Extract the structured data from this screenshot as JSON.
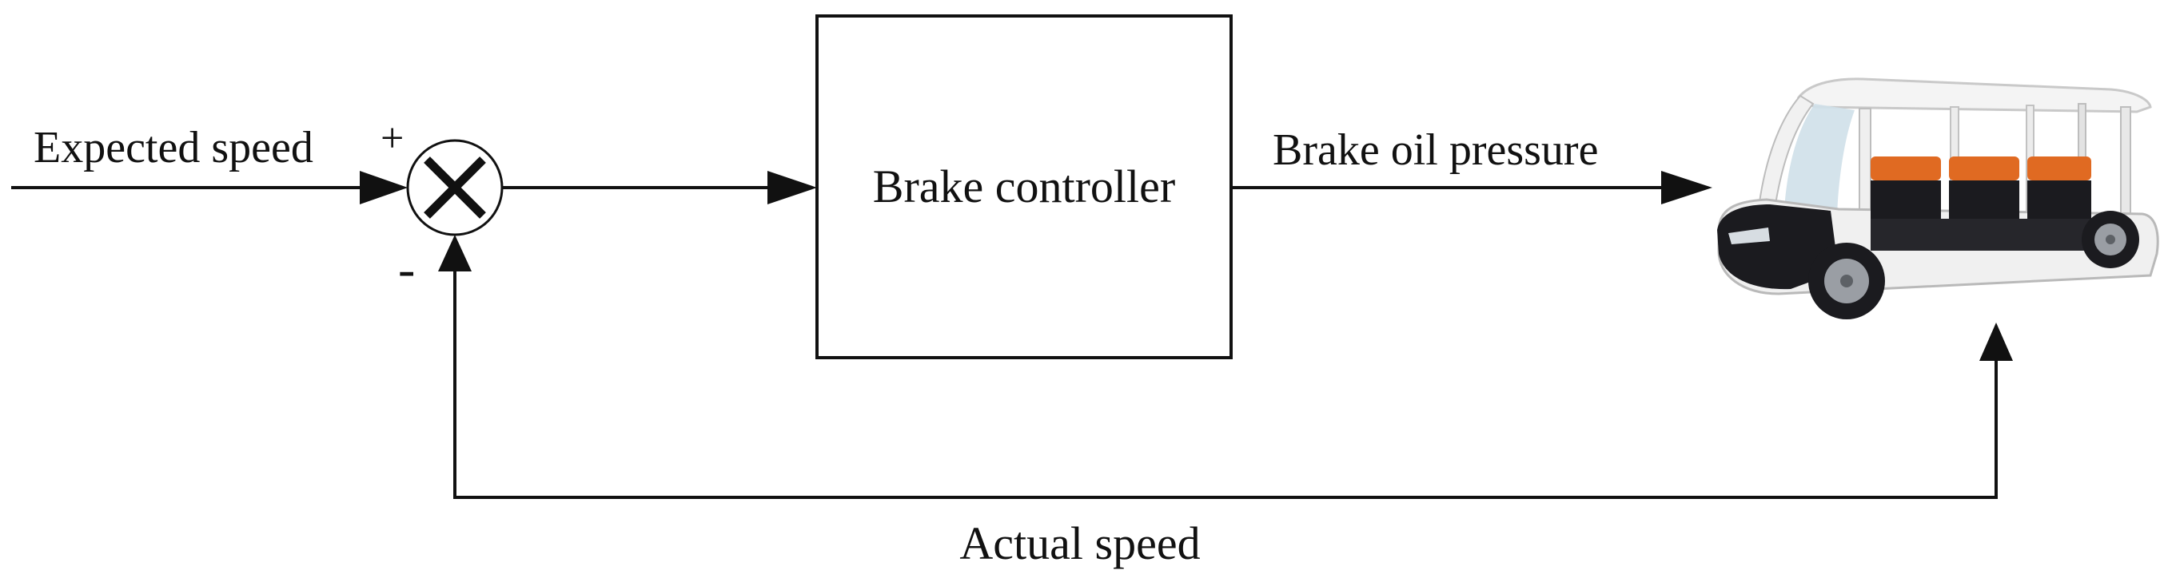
{
  "labels": {
    "input": "Expected speed",
    "plus_sign": "+",
    "minus_sign": "-",
    "controller": "Brake controller",
    "controller_output": "Brake oil pressure",
    "feedback": "Actual speed"
  },
  "icons": {
    "summing_junction": "x-cross-circle-icon",
    "plant": "electric-sightseeing-cart-image"
  },
  "colors": {
    "line": "#111111",
    "cart_body": "#f3f3f3",
    "cart_dark": "#1b1b1f",
    "cart_seats": "#e06a22",
    "cart_glass": "#bcd3e0",
    "wheel": "#9a9ea4"
  }
}
